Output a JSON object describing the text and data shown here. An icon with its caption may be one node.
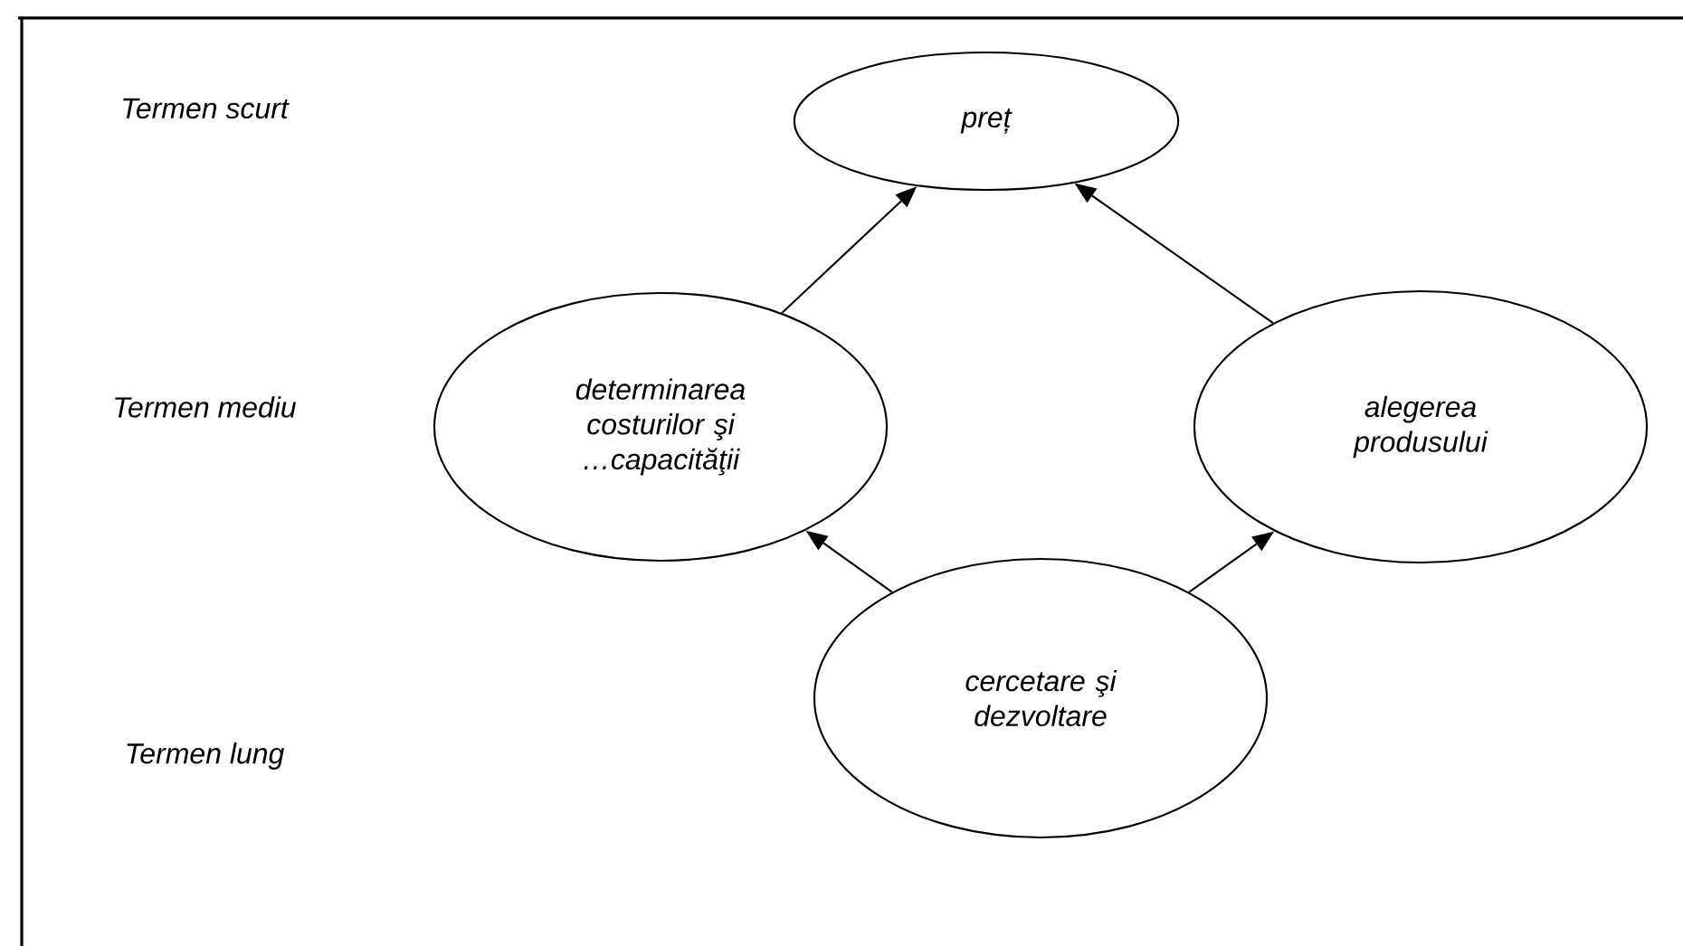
{
  "diagram": {
    "nodes": [
      {
        "text": [
          "preț"
        ]
      },
      {
        "text": [
          "determinarea costurilor şi …capacităţii"
        ]
      },
      {
        "text": [
          "alegerea produsului"
        ]
      },
      {
        "text": [
          "cercetare şi dezvoltare"
        ]
      }
    ],
    "edges": [
      {
        "from": 1,
        "to": 0,
        "arrow": "to"
      },
      {
        "from": 2,
        "to": 0,
        "arrow": "to"
      },
      {
        "from": 3,
        "to": 1,
        "arrow": "to"
      },
      {
        "from": 3,
        "to": 2,
        "arrow": "to"
      }
    ],
    "labels": [
      "Termen scurt",
      "Termen mediu",
      "Termen lung"
    ]
  }
}
